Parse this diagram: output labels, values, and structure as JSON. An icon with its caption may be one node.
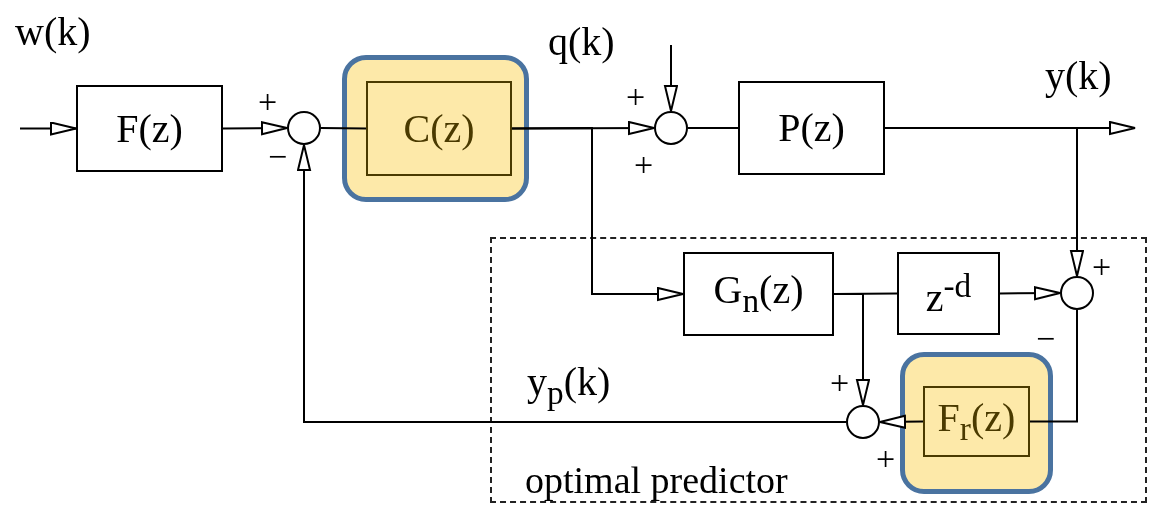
{
  "diagram": {
    "nodes": [
      {
        "text": [
          "F(z)"
        ]
      },
      {
        "text": [],
        "shape": "circle"
      },
      {
        "text": [],
        "shape": "box"
      },
      {
        "text": [
          "C(z)"
        ],
        "in": 2
      },
      {
        "text": [],
        "shape": "circle"
      },
      {
        "text": [
          "P(z)"
        ]
      },
      {
        "text": [
          "optimal predictor"
        ]
      },
      {
        "text": [
          "G$_{n}$(z)"
        ],
        "in": 6
      },
      {
        "text": [
          "z$^{-d}$"
        ],
        "in": 6
      },
      {
        "text": [],
        "shape": "circle",
        "in": 6
      },
      {
        "text": [],
        "shape": "box",
        "in": 6
      },
      {
        "text": [
          "F$_{r}$(z)"
        ],
        "in": 10
      },
      {
        "text": [],
        "shape": "circle",
        "in": 6
      }
    ],
    "edges": [
      {
        "from": null,
        "to": 0,
        "arrow": "to"
      },
      {
        "from": 0,
        "to": 1,
        "arrow": "to"
      },
      {
        "from": 1,
        "to": 3,
        "arrow": "none"
      },
      {
        "from": 3,
        "to": 4,
        "arrow": "to"
      },
      {
        "from": null,
        "to": 4,
        "arrow": "to"
      },
      {
        "from": 4,
        "to": 5,
        "arrow": "none"
      },
      {
        "from": 5,
        "to": null,
        "arrow": "to"
      },
      {
        "from": 5,
        "to": 9,
        "arrow": "to"
      },
      {
        "from": 3,
        "to": 7,
        "arrow": "to"
      },
      {
        "from": 7,
        "to": 8,
        "arrow": "none"
      },
      {
        "from": 8,
        "to": 9,
        "arrow": "to"
      },
      {
        "from": 7,
        "to": 12,
        "arrow": "to"
      },
      {
        "from": 9,
        "to": 11,
        "arrow": "none"
      },
      {
        "from": 11,
        "to": 12,
        "arrow": "to"
      },
      {
        "from": 12,
        "to": 1,
        "arrow": "to"
      }
    ],
    "labels": [
      "w(k)",
      "q(k)",
      "y(k)",
      "+",
      "+",
      "−",
      "+",
      "+",
      "−",
      "y$_{p}$(k)",
      "+",
      "+"
    ]
  }
}
